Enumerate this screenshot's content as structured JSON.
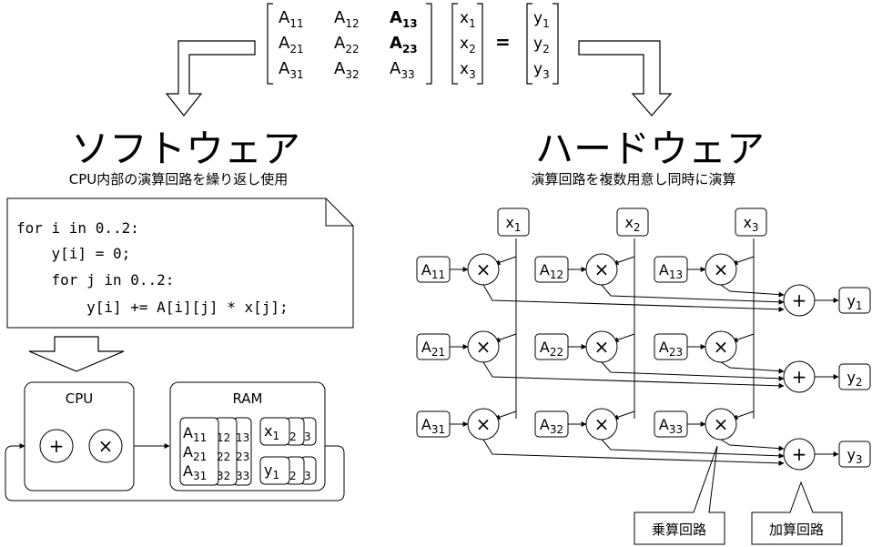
{
  "equation": {
    "matrix": [
      [
        "A",
        "11",
        "A",
        "12",
        "A",
        "13"
      ],
      [
        "A",
        "21",
        "A",
        "22",
        "A",
        "23"
      ],
      [
        "A",
        "31",
        "A",
        "32",
        "A",
        "33"
      ]
    ],
    "x_vector": [
      [
        "x",
        "1"
      ],
      [
        "x",
        "2"
      ],
      [
        "x",
        "3"
      ]
    ],
    "equals": "=",
    "y_vector": [
      [
        "y",
        "1"
      ],
      [
        "y",
        "2"
      ],
      [
        "y",
        "3"
      ]
    ]
  },
  "software": {
    "title": "ソフトウェア",
    "subtitle": "CPU内部の演算回路を繰り返し使用",
    "code": [
      "for i in 0..2:",
      "    y[i] = 0;",
      "    for j in 0..2:",
      "        y[i] += A[i][j] * x[j];"
    ],
    "cpu": {
      "label": "CPU",
      "adder": "+",
      "multiplier": "×"
    },
    "ram": {
      "label": "RAM",
      "a_stack": {
        "main": "A",
        "sub": [
          "11",
          "21",
          "31"
        ],
        "cols": [
          "12",
          "22",
          "32",
          "13",
          "23",
          "33"
        ]
      },
      "x_stack": {
        "main": "x",
        "sub": "1",
        "cols": [
          "2",
          "3"
        ]
      },
      "y_stack": {
        "main": "y",
        "sub": "1",
        "cols": [
          "2",
          "3"
        ]
      }
    }
  },
  "hardware": {
    "title": "ハードウェア",
    "subtitle": "演算回路を複数用意し同時に演算",
    "inputs": [
      [
        "x",
        "1"
      ],
      [
        "x",
        "2"
      ],
      [
        "x",
        "3"
      ]
    ],
    "cells": [
      [
        "A",
        "11"
      ],
      [
        "A",
        "12"
      ],
      [
        "A",
        "13"
      ],
      [
        "A",
        "21"
      ],
      [
        "A",
        "22"
      ],
      [
        "A",
        "23"
      ],
      [
        "A",
        "31"
      ],
      [
        "A",
        "32"
      ],
      [
        "A",
        "33"
      ]
    ],
    "outputs": [
      [
        "y",
        "1"
      ],
      [
        "y",
        "2"
      ],
      [
        "y",
        "3"
      ]
    ],
    "multiplier_symbol": "×",
    "adder_symbol": "+",
    "callout_multiplier": "乗算回路",
    "callout_adder": "加算回路"
  }
}
